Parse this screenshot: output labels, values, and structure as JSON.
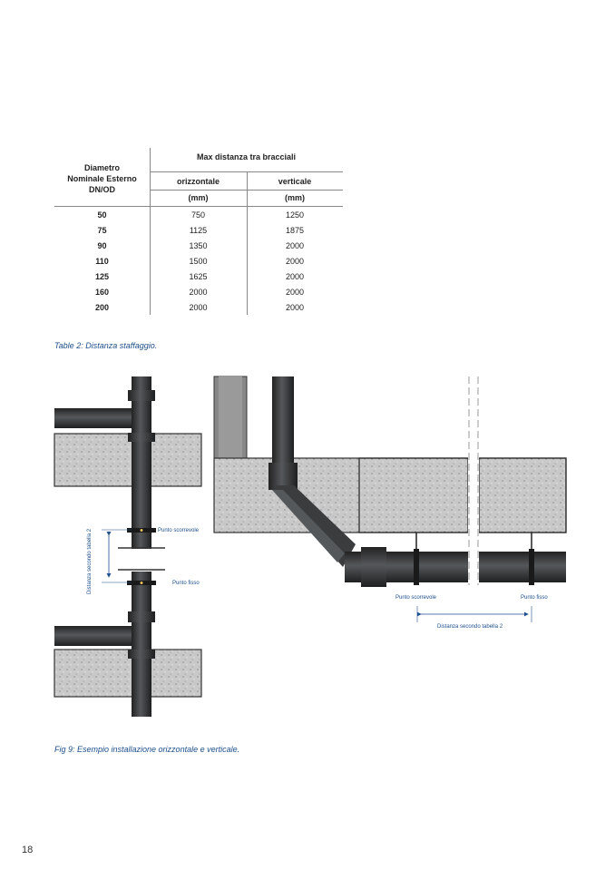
{
  "table": {
    "header_col1": [
      "Diametro",
      "Nominale Esterno",
      "DN/OD"
    ],
    "header_group": "Max distanza tra bracciali",
    "header_col2": "orizzontale",
    "header_col3": "verticale",
    "unit_col2": "(mm)",
    "unit_col3": "(mm)",
    "rows": [
      {
        "dn": "50",
        "oriz": "750",
        "vert": "1250"
      },
      {
        "dn": "75",
        "oriz": "1125",
        "vert": "1875"
      },
      {
        "dn": "90",
        "oriz": "1350",
        "vert": "2000"
      },
      {
        "dn": "110",
        "oriz": "1500",
        "vert": "2000"
      },
      {
        "dn": "125",
        "oriz": "1625",
        "vert": "2000"
      },
      {
        "dn": "160",
        "oriz": "2000",
        "vert": "2000"
      },
      {
        "dn": "200",
        "oriz": "2000",
        "vert": "2000"
      }
    ],
    "caption": "Table 2: Distanza staffaggio."
  },
  "figure": {
    "left": {
      "label_sliding": "Punto scorrevole",
      "label_fixed": "Punto fisso",
      "label_distance": "Distanza secondo tabella 2"
    },
    "right": {
      "label_sliding": "Punto scorrevole",
      "label_fixed": "Punto fisso",
      "label_distance": "Distanza secondo tabella 2"
    },
    "caption": "Fig 9: Esempio installazione orizzontale e verticale."
  },
  "page_number": "18",
  "colors": {
    "caption": "#1d4f8c",
    "pipe": "#3a3c3e",
    "concrete": "#c8c8c8"
  }
}
